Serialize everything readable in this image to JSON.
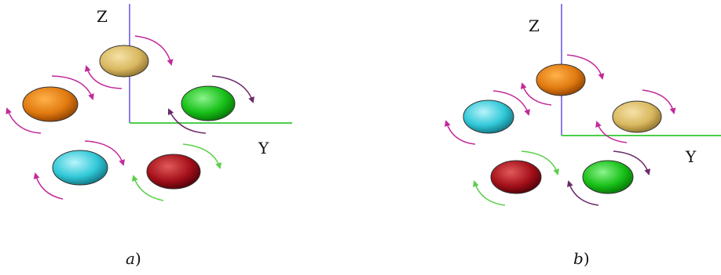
{
  "panels": [
    {
      "id": "a",
      "caption_letter": "a",
      "caption_paren": ")",
      "axis_labels": {
        "z": "Z",
        "y": "Y"
      },
      "balls": [
        "tan",
        "orange",
        "green",
        "cyan",
        "darkred"
      ]
    },
    {
      "id": "b",
      "caption_letter": "b",
      "caption_paren": ")",
      "axis_labels": {
        "z": "Z",
        "y": "Y"
      },
      "balls": [
        "orange",
        "cyan",
        "tan",
        "darkred",
        "green"
      ]
    }
  ],
  "colors": {
    "z_axis": "#8a7ee8",
    "y_axis": "#49d04a",
    "arrow_magenta": "#c22a9a",
    "arrow_purple": "#6a2a6a",
    "arrow_green": "#5ccf4a",
    "ball_tan": "#d9b860",
    "ball_orange": "#e07a10",
    "ball_green": "#18c018",
    "ball_cyan": "#31c8d8",
    "ball_darkred": "#a4101a"
  }
}
